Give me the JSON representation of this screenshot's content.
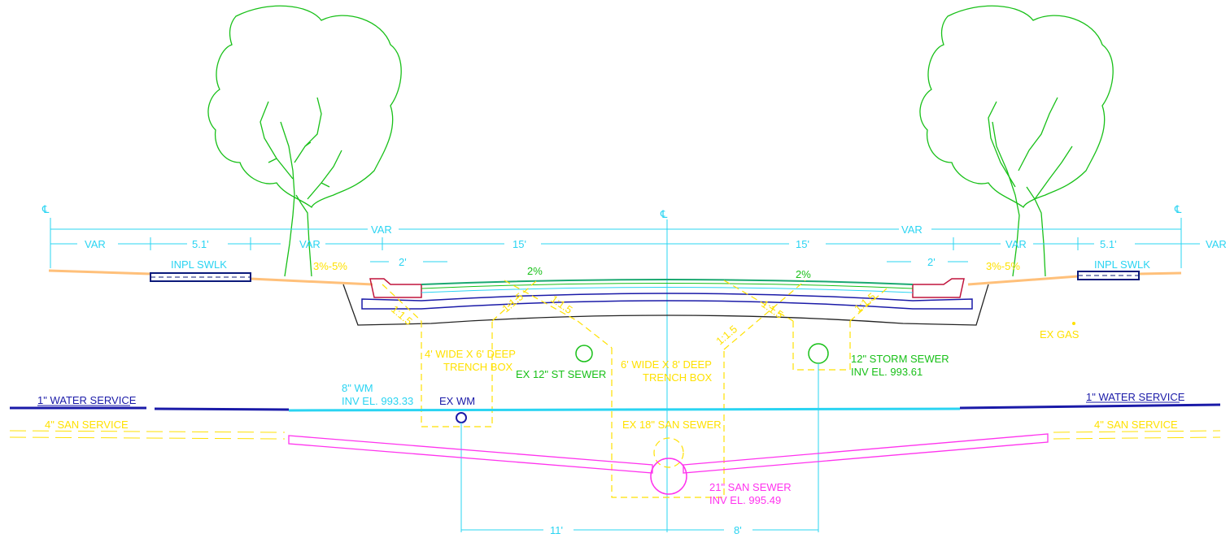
{
  "colors": {
    "cyan": "#2ad4f2",
    "yellow": "#ffe100",
    "green": "#18c018",
    "blue": "#1a1aa8",
    "magenta": "#ff33ee",
    "orange": "#ffc07a",
    "red": "#c0143c",
    "navy": "#0b1a7a",
    "black": "#222222"
  },
  "icons": {
    "property_line": "property-line-icon",
    "centerline": "centerline-icon",
    "tree": "tree-icon"
  },
  "symbols": {
    "pl_left": "℄",
    "cl": "℄",
    "pl_right": "℄"
  },
  "dimensions": {
    "row1": {
      "left_var": "VAR",
      "right_var": "VAR"
    },
    "row2": {
      "left_var": "VAR",
      "left_swlk": "5.1'",
      "left_var2": "VAR",
      "left_15": "15'",
      "right_15": "15'",
      "right_var2": "VAR",
      "right_swlk": "5.1'",
      "right_var": "VAR"
    },
    "row3": {
      "left_2": "2'",
      "right_2": "2'"
    },
    "bottom": {
      "left_11": "11'",
      "right_8": "8'"
    }
  },
  "labels": {
    "inpl_swlk_left": "INPL SWLK",
    "inpl_swlk_right": "INPL SWLK",
    "slope_left": "3%-5%",
    "slope_right": "3%-5%",
    "cross_left": "2%",
    "cross_right": "2%",
    "slope_ratio": "1:1.5",
    "trench_left_1": "4' WIDE X 6' DEEP",
    "trench_left_2": "TRENCH BOX",
    "trench_center_1": "6' WIDE X 8' DEEP",
    "trench_center_2": "TRENCH BOX",
    "ex_st_sewer": "EX 12\" ST SEWER",
    "storm_sewer_1": "12\" STORM SEWER",
    "storm_sewer_2": "INV EL. 993.61",
    "ex_gas": "EX GAS",
    "wm_1": "8\" WM",
    "wm_2": "INV EL. 993.33",
    "ex_wm": "EX WM",
    "water_service_left": "1\" WATER SERVICE",
    "water_service_right": "1\" WATER SERVICE",
    "san_service_left": "4\" SAN SERVICE",
    "san_service_right": "4\" SAN SERVICE",
    "ex_san_sewer": "EX 18\" SAN SEWER",
    "san_sewer_1": "21\" SAN SEWER",
    "san_sewer_2": "INV EL. 995.49"
  }
}
